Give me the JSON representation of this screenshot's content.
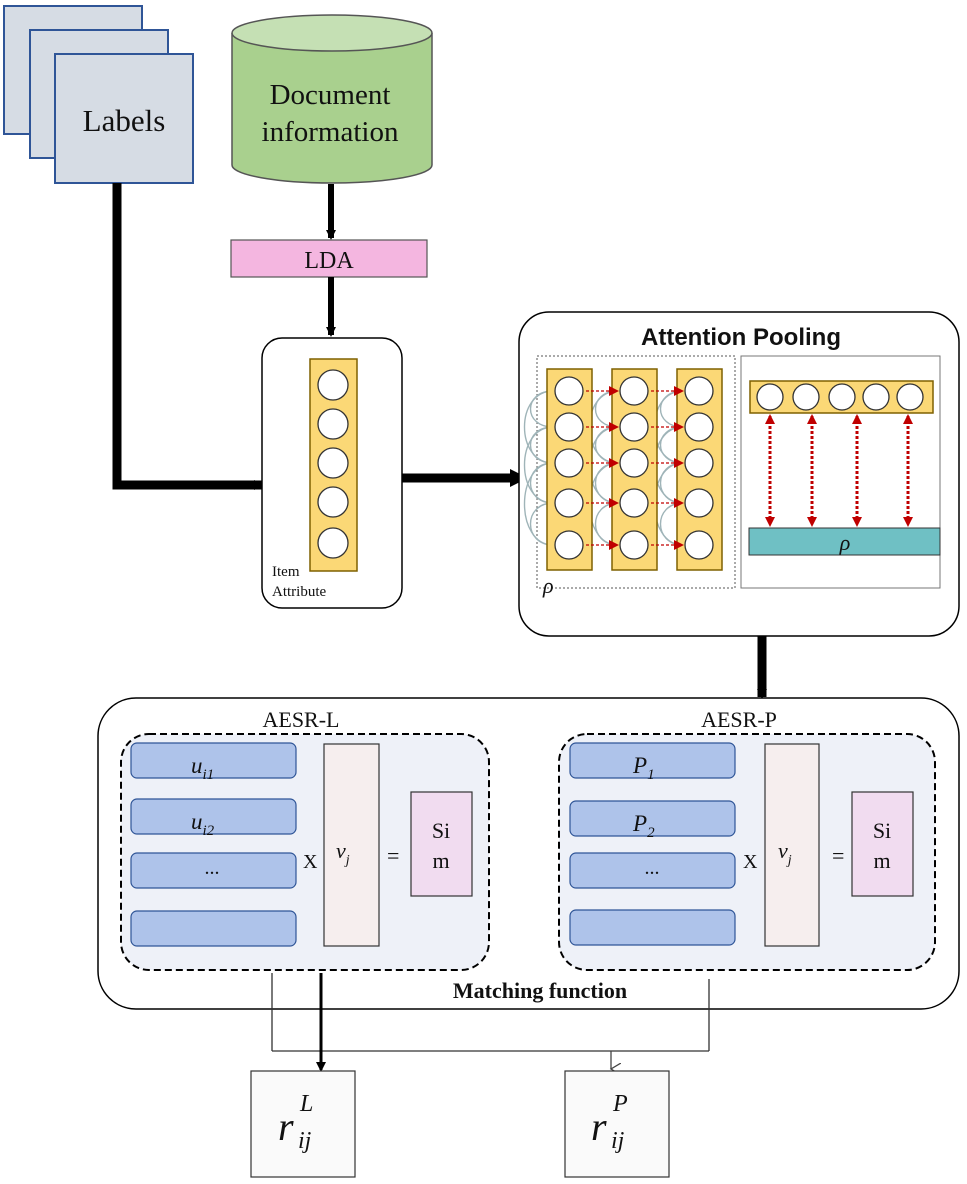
{
  "labels_stack": {
    "label": "Labels"
  },
  "database": {
    "line1": "Document",
    "line2": "information"
  },
  "lda": {
    "label": "LDA"
  },
  "item_attribute": {
    "line1": "Item",
    "line2": "Attribute"
  },
  "attention_pooling": {
    "title": "Attention Pooling",
    "rho_left": "ρ",
    "rho_bar": "ρ"
  },
  "matching": {
    "title": "Matching function",
    "left": {
      "title": "AESR-L",
      "rows": [
        {
          "base": "u",
          "sub": "i1"
        },
        {
          "base": "u",
          "sub": "i2"
        },
        {
          "base": "...",
          "sub": ""
        },
        {
          "base": "",
          "sub": ""
        }
      ],
      "times": "X",
      "vector": {
        "base": "v",
        "sub": "j"
      },
      "equals": "=",
      "sim_line1": "Si",
      "sim_line2": "m"
    },
    "right": {
      "title": "AESR-P",
      "rows": [
        {
          "base": "P",
          "sub": "1"
        },
        {
          "base": "P",
          "sub": "2"
        },
        {
          "base": "...",
          "sub": ""
        },
        {
          "base": "",
          "sub": ""
        }
      ],
      "times": "X",
      "vector": {
        "base": "v",
        "sub": "j"
      },
      "equals": "=",
      "sim_line1": "Si",
      "sim_line2": "m"
    }
  },
  "outputs": {
    "left": {
      "base": "r",
      "sup": "L",
      "sub": "ij"
    },
    "right": {
      "base": "r",
      "sup": "P",
      "sub": "ij"
    }
  },
  "colors": {
    "label_fill": "#d6dce4",
    "label_stroke": "#2f5597",
    "db_fill": "#a9d08e",
    "lda_fill": "#f4b6e0",
    "node_column": "#fbd876",
    "node_column_stroke": "#7f6000",
    "teal_bar": "#6fc0c4",
    "embed_row": "#aec3ea",
    "embed_row_stroke": "#2f5597",
    "panel_fill": "#eef1f8",
    "vector_fill": "#f6eeee",
    "sim_fill": "#f1dcf0",
    "arrow": "#000000",
    "attention_arrow": "#c00000"
  }
}
